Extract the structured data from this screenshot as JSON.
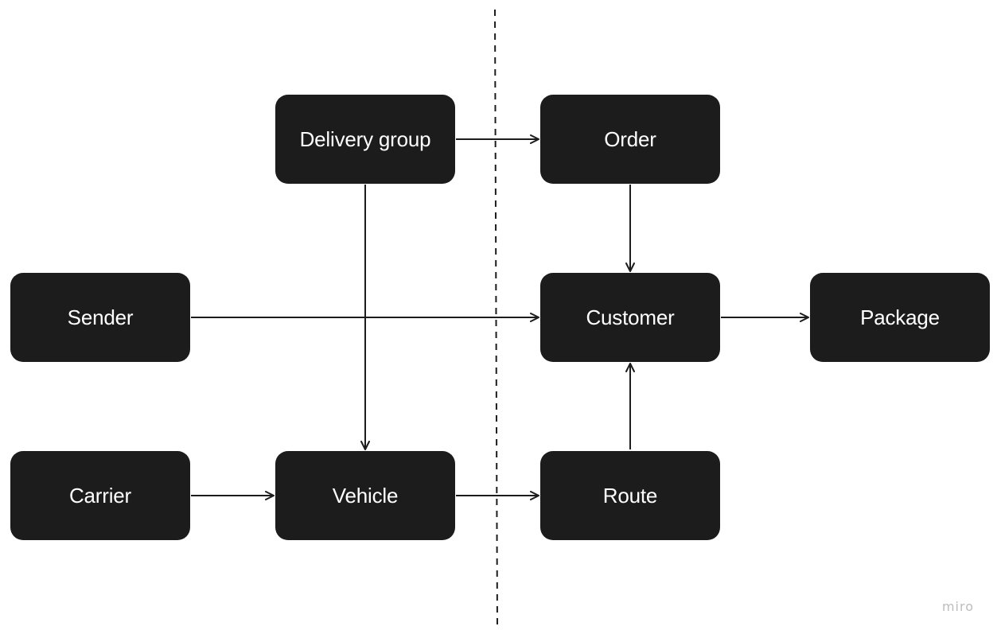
{
  "diagram": {
    "nodes": {
      "delivery_group": "Delivery group",
      "order": "Order",
      "sender": "Sender",
      "customer": "Customer",
      "package": "Package",
      "carrier": "Carrier",
      "vehicle": "Vehicle",
      "route": "Route"
    },
    "edges": [
      {
        "from": "Delivery group",
        "to": "Order"
      },
      {
        "from": "Delivery group",
        "to": "Vehicle"
      },
      {
        "from": "Order",
        "to": "Customer"
      },
      {
        "from": "Sender",
        "to": "Customer"
      },
      {
        "from": "Customer",
        "to": "Package"
      },
      {
        "from": "Carrier",
        "to": "Vehicle"
      },
      {
        "from": "Vehicle",
        "to": "Route"
      },
      {
        "from": "Route",
        "to": "Customer"
      }
    ],
    "colors": {
      "node_fill": "#1c1c1c",
      "node_text": "#ffffff",
      "edge": "#1c1c1c",
      "divider": "#1c1c1c"
    }
  },
  "watermark": "miro"
}
